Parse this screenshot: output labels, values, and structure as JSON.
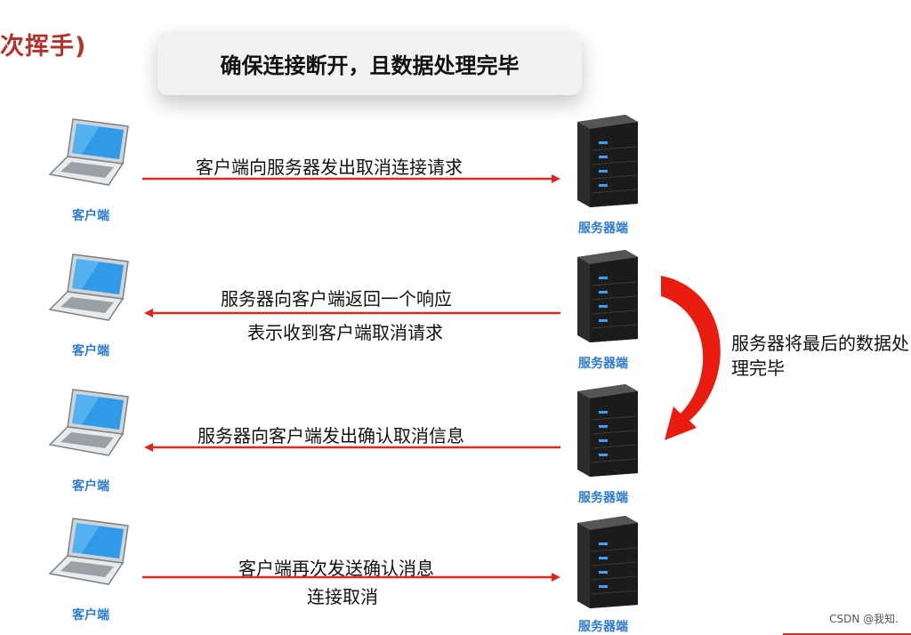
{
  "corner_title": "次挥手)",
  "header": "确保连接断开，且数据处理完毕",
  "client_label": "客户端",
  "server_label": "服务器端",
  "steps": [
    {
      "lines": [
        "客户端向服务器发出取消连接请求"
      ],
      "direction": "client-to-server"
    },
    {
      "lines": [
        "服务器向客户端返回一个响应",
        "表示收到客户端取消请求"
      ],
      "direction": "server-to-client"
    },
    {
      "lines": [
        "服务器向客户端发出确认取消信息"
      ],
      "direction": "server-to-client"
    },
    {
      "lines": [
        "客户端再次发送确认消息",
        "连接取消"
      ],
      "direction": "client-to-server"
    }
  ],
  "side_note": "服务器将最后的数据处理完毕",
  "watermark": "CSDN @我知.",
  "colors": {
    "arrow": "#d62a22",
    "label": "#2d7bd0",
    "curve": "#ea1c10"
  }
}
